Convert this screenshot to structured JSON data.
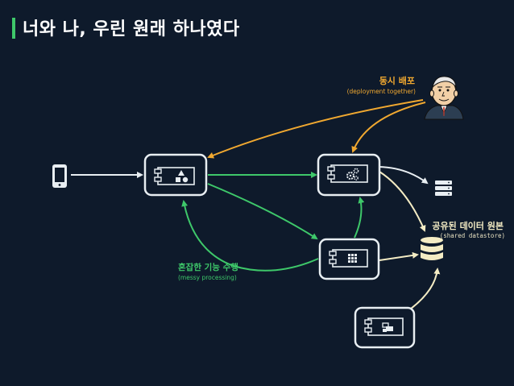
{
  "title": "너와 나, 우린 원래 하나였다",
  "labels": {
    "deploy_ko": "동시 배포",
    "deploy_en": "(deployment together)",
    "messy_ko": "혼잡한 기능 수행",
    "messy_en": "(messy processing)",
    "store_ko": "공유된 데이터 원본",
    "store_en": "(shared datastore)"
  },
  "colors": {
    "background": "#0e1a2b",
    "accent_green": "#3ec86a",
    "accent_orange": "#f0a830",
    "cream": "#f4ecc4",
    "box_stroke": "#e8eef2"
  },
  "icons": [
    "mobile-phone-icon",
    "shapes-icon",
    "gears-icon",
    "grid-icon",
    "cubes-icon",
    "server-icon",
    "database-icon",
    "deployer-person-icon"
  ]
}
